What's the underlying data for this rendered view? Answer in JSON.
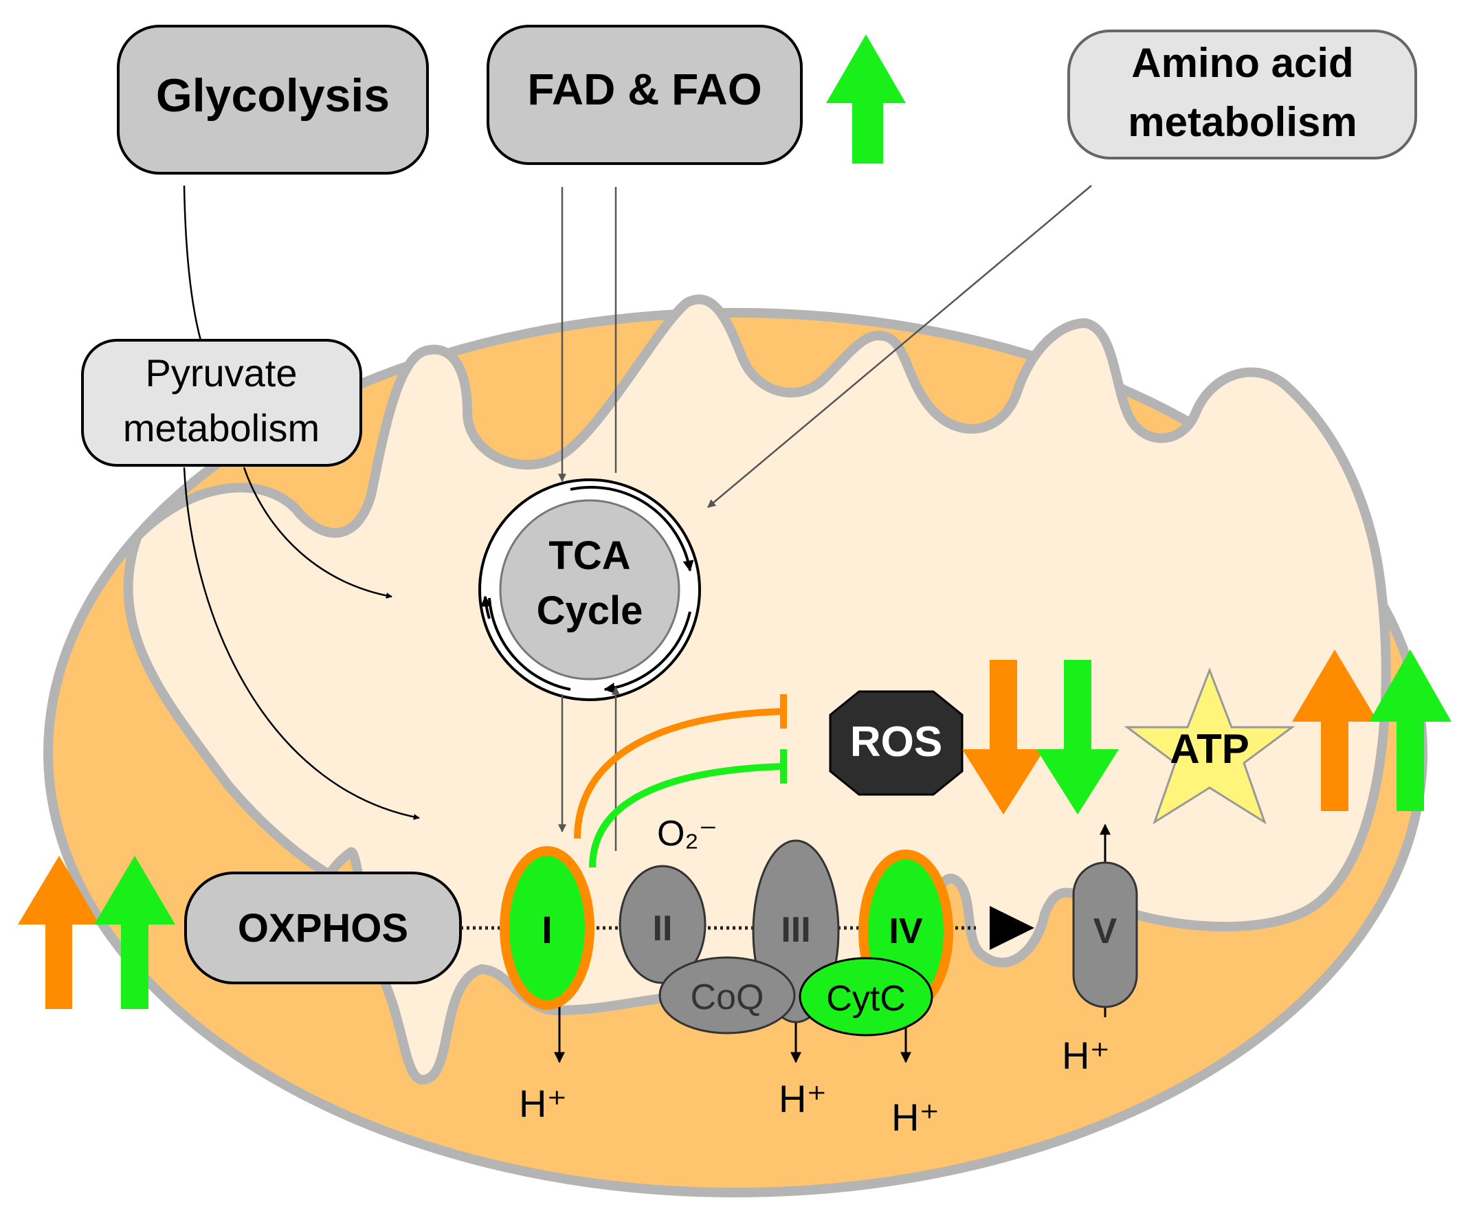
{
  "pathways": {
    "glycolysis": "Glycolysis",
    "fad_fao": "FAD & FAO",
    "amino_line1": "Amino acid",
    "amino_line2": "metabolism",
    "pyruvate_line1": "Pyruvate",
    "pyruvate_line2": "metabolism"
  },
  "tca": {
    "line1": "TCA",
    "line2": "Cycle"
  },
  "ros": "ROS",
  "atp": "ATP",
  "oxphos": "OXPHOS",
  "complexes": {
    "c1": "I",
    "c2": "II",
    "c3": "III",
    "c4": "IV",
    "c5": "V",
    "coq": "CoQ",
    "cytc": "CytC"
  },
  "superoxide": "O₂⁻",
  "proton": "H⁺",
  "colors": {
    "orange": "#FF8C00",
    "green": "#19F019",
    "matrix": "#FFEFD9",
    "intermembrane": "#FFC56E",
    "membrane": "#B4B4B4",
    "gray_box": "#C8C8C8",
    "complex_gray": "#8C8C8C",
    "ros_hexagon": "#2D2D2D",
    "atp_star": "#FFF57A"
  }
}
